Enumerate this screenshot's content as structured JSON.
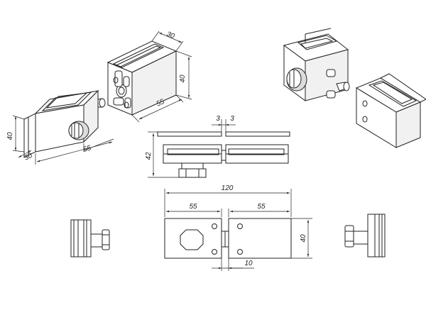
{
  "dimensions": {
    "iso_left": {
      "depth": "30",
      "height": "40",
      "width": "55"
    },
    "iso_center": {
      "depth": "30",
      "height": "40",
      "width": "55"
    },
    "front_view": {
      "gap_left": "3",
      "gap_right": "3",
      "height": "42"
    },
    "plan_view": {
      "total": "120",
      "left": "55",
      "right": "55",
      "height": "40",
      "gap": "10"
    }
  },
  "colors": {
    "line": "#222222",
    "background": "#ffffff"
  }
}
